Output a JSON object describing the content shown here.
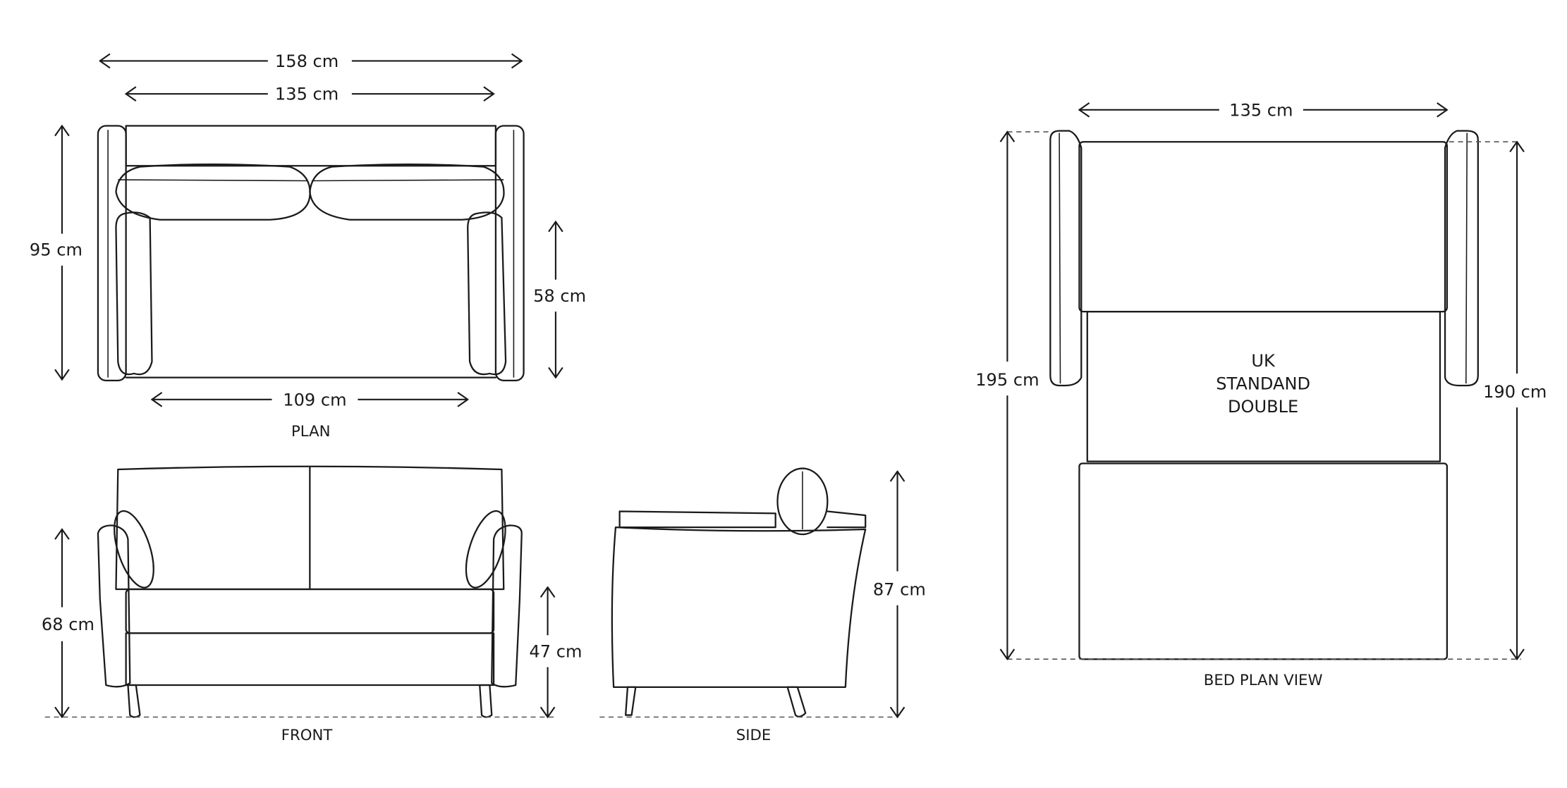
{
  "plan": {
    "title": "PLAN",
    "overall_width": "158 cm",
    "inner_width": "135 cm",
    "depth": "95 cm",
    "seat_depth": "58 cm",
    "seat_width": "109 cm"
  },
  "front": {
    "title": "FRONT",
    "arm_height": "68 cm",
    "seat_height": "47 cm"
  },
  "side": {
    "title": "SIDE",
    "overall_height": "87 cm"
  },
  "bed": {
    "title": "BED PLAN VIEW",
    "width": "135 cm",
    "overall_length": "195 cm",
    "mattress_length": "190 cm",
    "mattress_label": [
      "UK",
      "STANDAND",
      "DOUBLE"
    ]
  }
}
